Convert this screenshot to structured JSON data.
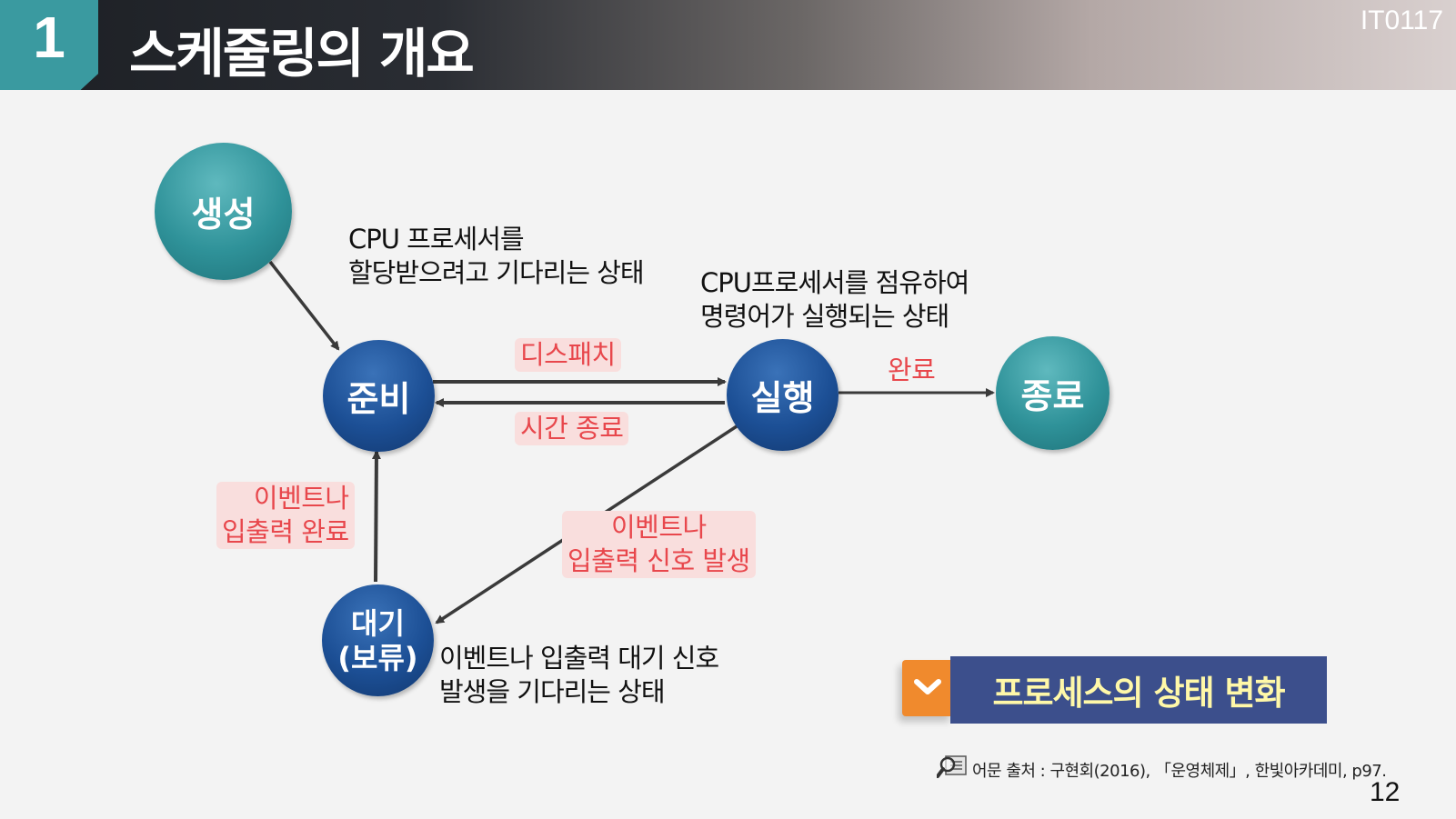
{
  "header": {
    "section_number": "1",
    "title": "스케줄링의 개요",
    "course_code": "IT0117"
  },
  "diagram": {
    "nodes": {
      "create": "생성",
      "ready": "준비",
      "running": "실행",
      "terminated": "종료",
      "wait_line1": "대기",
      "wait_line2": "(보류)"
    },
    "descriptions": {
      "ready_line1": "CPU 프로세서를",
      "ready_line2": "할당받으려고 기다리는 상태",
      "running_line1": "CPU프로세서를 점유하여",
      "running_line2": "명령어가 실행되는 상태",
      "wait_line1": "이벤트나 입출력 대기 신호",
      "wait_line2": "발생을 기다리는 상태"
    },
    "transitions": {
      "dispatch": "디스패치",
      "timeout": "시간 종료",
      "complete": "완료",
      "io_done_line1": "이벤트나",
      "io_done_line2": "입출력 완료",
      "io_wait_line1": "이벤트나",
      "io_wait_line2": "입출력 신호 발생"
    }
  },
  "banner": {
    "label": "프로세스의 상태 변화",
    "icon": "check-icon"
  },
  "source": {
    "icon": "magnifier-icon",
    "text": "어문 출처 : 구현회(2016), 「운영체제」, 한빛아카데미, p97."
  },
  "page_number": "12"
}
